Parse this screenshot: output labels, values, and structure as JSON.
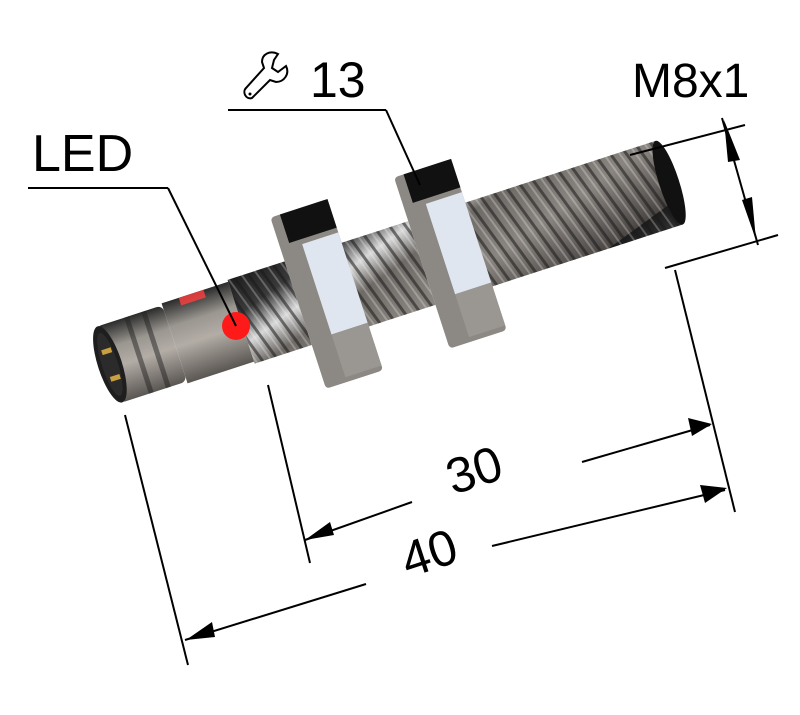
{
  "diagram": {
    "subject": "M8 inductive proximity sensor with connector",
    "labels": {
      "led": "LED",
      "wrench_size": "13",
      "thread": "M8x1",
      "length_thread": "30",
      "length_total": "40"
    },
    "icons": {
      "wrench": "wrench-icon"
    },
    "colors": {
      "led": "#ff1a1a",
      "metal_dark": "#2a2a2a",
      "metal_mid": "#7d7a78",
      "metal_light": "#e0e2e6",
      "nut_face": "#dfe6ef",
      "pins": "#c8a040",
      "line": "#000000"
    }
  }
}
